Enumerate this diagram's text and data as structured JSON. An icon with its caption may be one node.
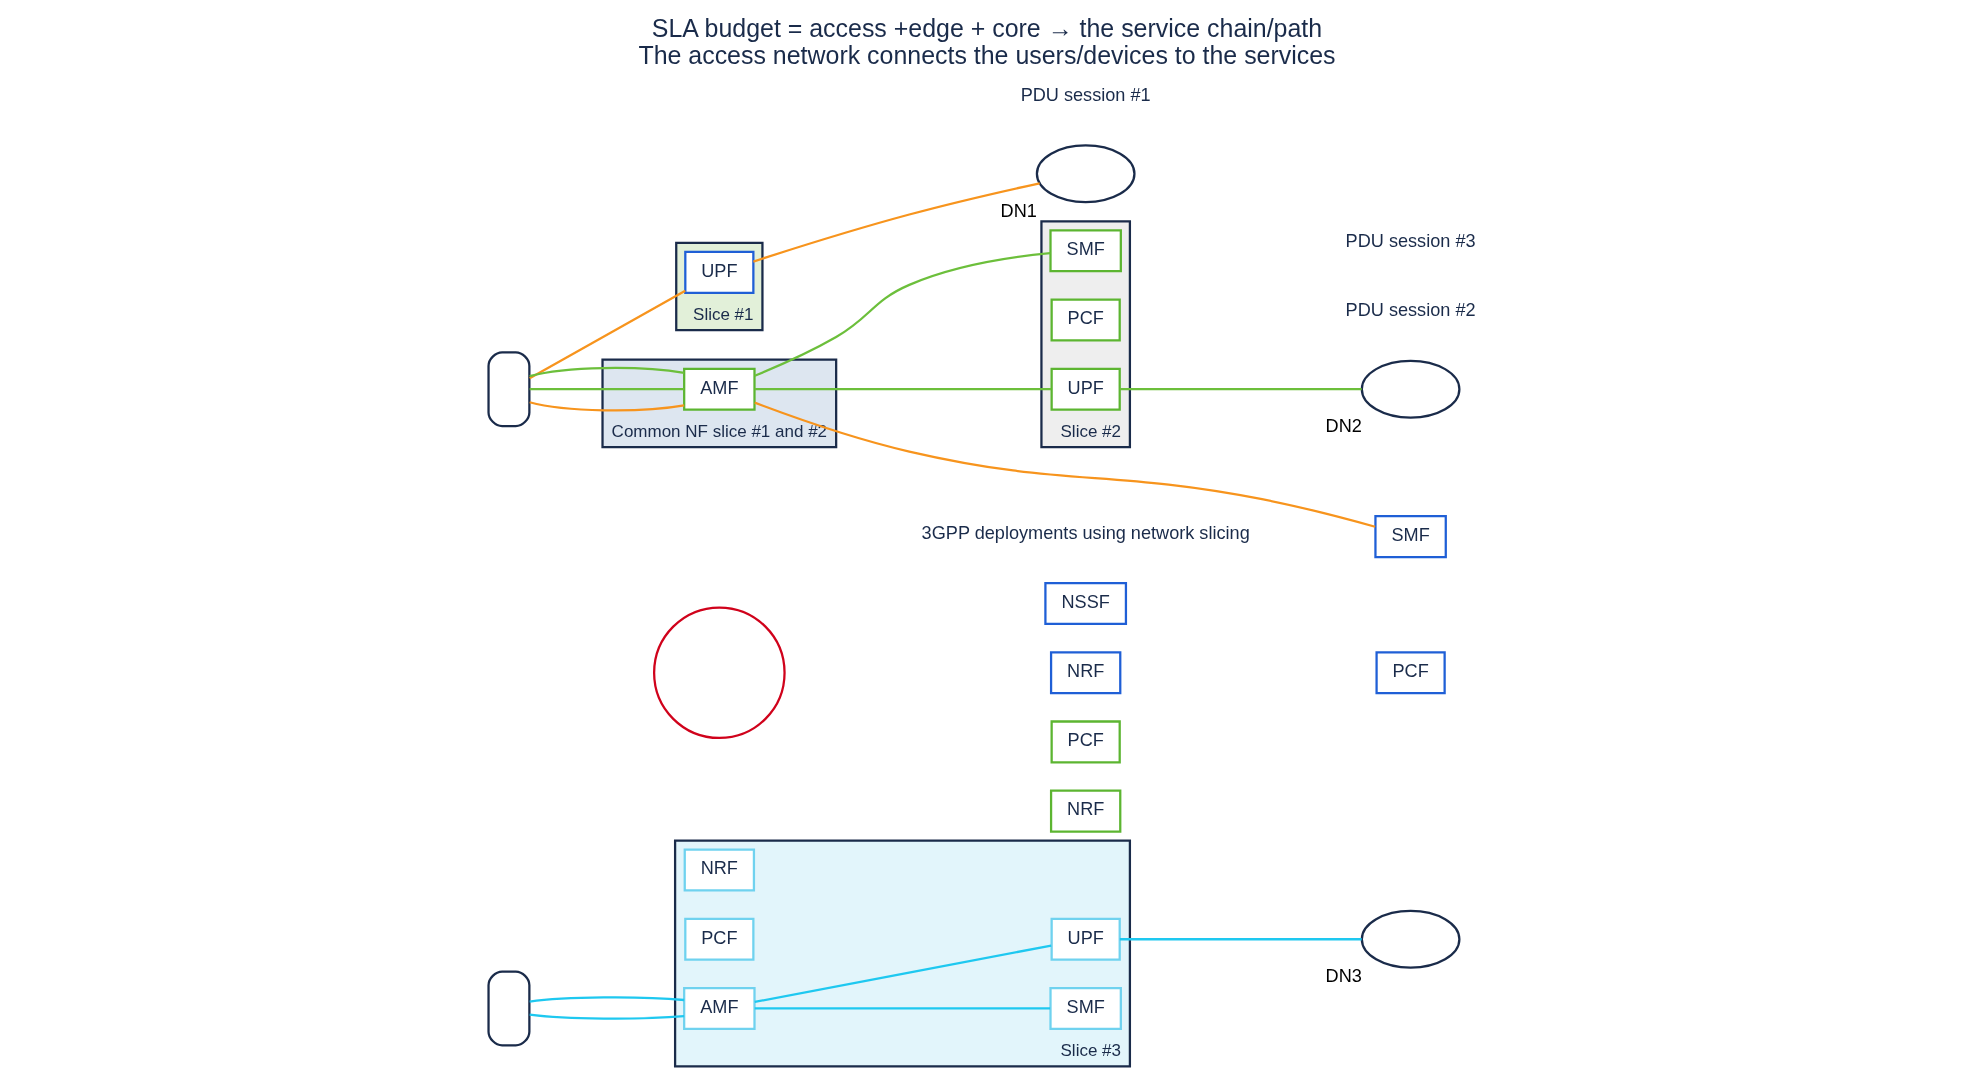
{
  "diagram": {
    "title": "SLA budget = access +edge + core → the service chain/path",
    "caption": "The access network connects the users/devices to the services",
    "nodes": [
      {
        "text": [],
        "shape": "phone"
      },
      {
        "text": [],
        "shape": "phone"
      },
      {
        "text": [],
        "shape": "circle"
      },
      {
        "text": [
          "NSSF"
        ]
      },
      {
        "text": [
          "NRF"
        ]
      },
      {
        "text": [
          "SMF"
        ]
      },
      {
        "text": [
          "PCF"
        ]
      },
      {
        "text": [
          "Slice #1"
        ]
      },
      {
        "text": [
          "UPF"
        ],
        "in": 7
      },
      {
        "text": [
          "Common NF slice #1 and #2"
        ]
      },
      {
        "text": [
          "PCF"
        ]
      },
      {
        "text": [
          "NRF"
        ]
      },
      {
        "text": [
          "AMF"
        ],
        "in": 9
      },
      {
        "text": [
          "Slice #2"
        ]
      },
      {
        "text": [
          "SMF"
        ],
        "in": 13
      },
      {
        "text": [
          "PCF"
        ],
        "in": 13
      },
      {
        "text": [
          "UPF"
        ],
        "in": 13
      },
      {
        "text": [
          "Slice #3"
        ]
      },
      {
        "text": [
          "NRF"
        ],
        "in": 17
      },
      {
        "text": [
          "SMF"
        ],
        "in": 17
      },
      {
        "text": [
          "PCF"
        ],
        "in": 17
      },
      {
        "text": [
          "AMF"
        ],
        "in": 17
      },
      {
        "text": [
          "UPF"
        ],
        "in": 17
      },
      {
        "text": [],
        "shape": "cloud",
        "beside": [
          "DN1"
        ]
      },
      {
        "text": [],
        "shape": "cloud",
        "beside": [
          "DN2"
        ]
      },
      {
        "text": [],
        "shape": "cloud",
        "beside": [
          "DN3"
        ]
      }
    ],
    "edges": [
      {
        "from": 0,
        "to": 8,
        "arrow": "none",
        "color": "#f7941d"
      },
      {
        "from": 0,
        "to": 12,
        "arrow": "none",
        "color": "#f7941d"
      },
      {
        "from": 0,
        "to": 12,
        "arrow": "none",
        "color": "#6cbf3b"
      },
      {
        "from": 0,
        "to": 12,
        "arrow": "none",
        "color": "#6cbf3b"
      },
      {
        "from": 12,
        "to": 5,
        "arrow": "none",
        "color": "#f7941d"
      },
      {
        "from": 8,
        "to": 23,
        "arrow": "none",
        "color": "#f7941d"
      },
      {
        "from": 12,
        "to": 14,
        "arrow": "none",
        "color": "#6cbf3b"
      },
      {
        "from": 12,
        "to": 16,
        "arrow": "none",
        "color": "#6cbf3b"
      },
      {
        "from": 16,
        "to": 24,
        "arrow": "none",
        "color": "#6cbf3b"
      },
      {
        "from": 1,
        "to": 21,
        "arrow": "none",
        "color": "#1ec8f0"
      },
      {
        "from": 1,
        "to": 21,
        "arrow": "none",
        "color": "#1ec8f0"
      },
      {
        "from": 21,
        "to": 19,
        "arrow": "none",
        "color": "#1ec8f0"
      },
      {
        "from": 21,
        "to": 22,
        "arrow": "none",
        "color": "#1ec8f0"
      },
      {
        "from": 22,
        "to": 25,
        "arrow": "none",
        "color": "#1ec8f0"
      }
    ],
    "labels": [
      "3GPP deployments using network slicing",
      "PDU session #1",
      "PDU session #2",
      "PDU session #3"
    ]
  }
}
